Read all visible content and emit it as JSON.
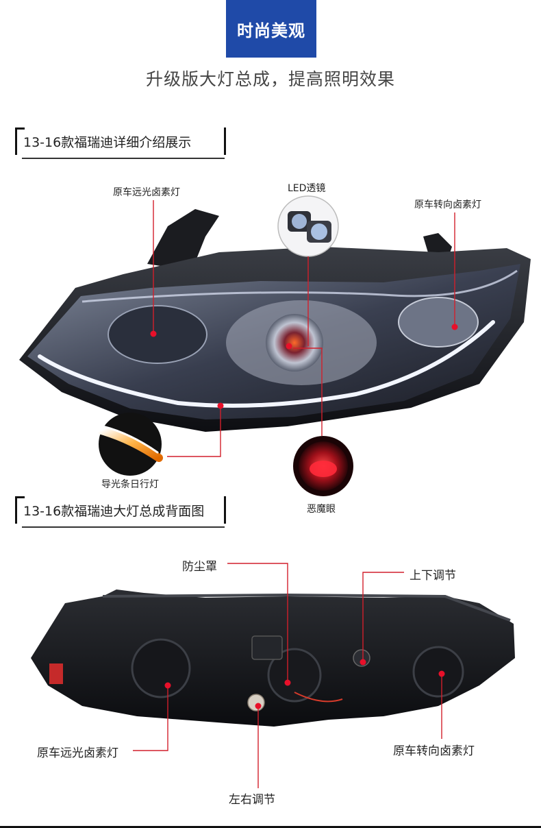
{
  "header": {
    "badge": "时尚美观",
    "subtitle": "升级版大灯总成，提高照明效果"
  },
  "section1": {
    "title": "13-16款福瑞迪详细介绍展示",
    "labels": {
      "high_beam": "原车远光卤素灯",
      "led_lens": "LED透镜",
      "turn_signal": "原车转向卤素灯",
      "light_guide": "导光条日行灯",
      "demon_eye": "恶魔眼"
    }
  },
  "section2": {
    "title": "13-16款福瑞迪大灯总成背面图",
    "labels": {
      "dust_cover": "防尘罩",
      "up_down_adjust": "上下调节",
      "high_beam": "原车远光卤素灯",
      "turn_signal": "原车转向卤素灯",
      "left_right_adjust": "左右调节"
    }
  },
  "colors": {
    "badge_bg": "#1f4aa8",
    "leader_line": "#d21f2b",
    "marker": "#e8102a"
  }
}
